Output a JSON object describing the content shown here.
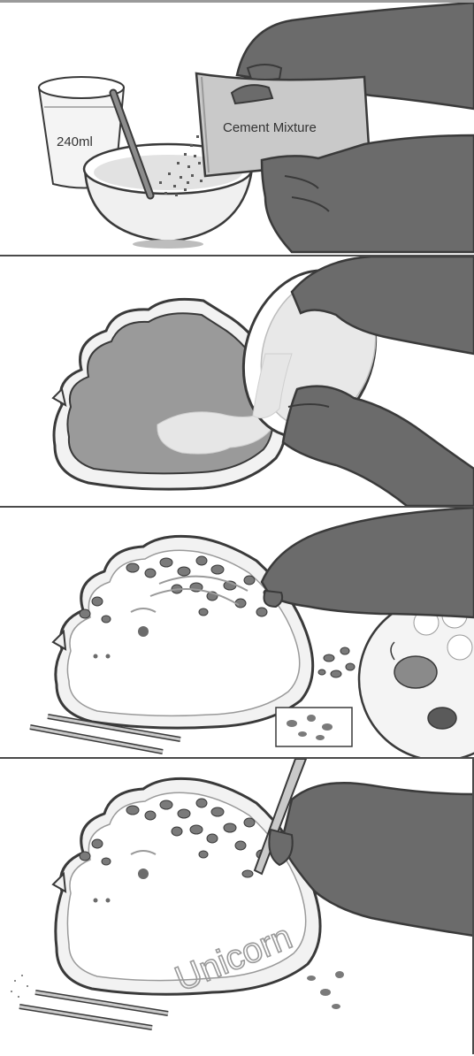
{
  "steps": [
    {
      "cup_label": "240ml",
      "bag_label": "Cement Mixture"
    },
    {},
    {},
    {
      "engraved_text": "Unicorn"
    }
  ],
  "colors": {
    "skin": "#6b6b6b",
    "outline": "#3a3a3a",
    "mold_fill": "#9a9a9a",
    "cement": "#e6e6e6",
    "divider": "#4a4a4a",
    "background": "#ffffff"
  }
}
